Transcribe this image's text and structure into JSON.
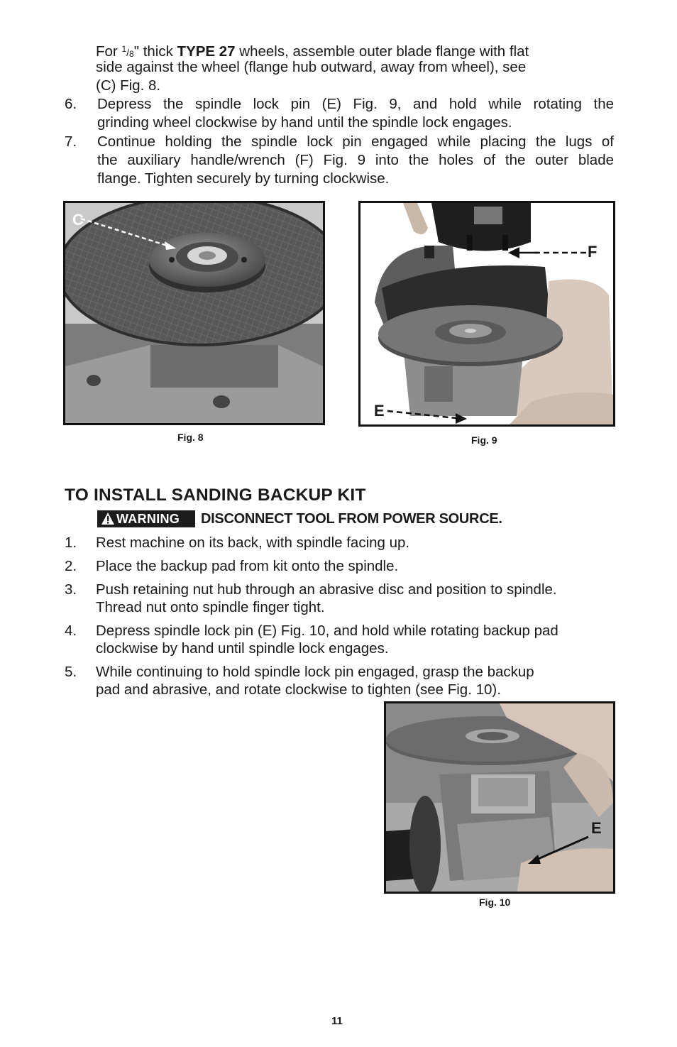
{
  "intro": {
    "line1_pre": "For ",
    "frac_num": "1",
    "frac_slash": "/",
    "frac_den": "8",
    "line1_mid": "\" thick ",
    "line1_bold": "TYPE 27",
    "line1_post": " wheels, assemble outer blade flange with flat",
    "line2": "side against the wheel (flange hub outward, away from wheel), see",
    "line3": "(C) Fig. 8."
  },
  "steps_top": [
    {
      "num": "6.",
      "lines": [
        "Depress the spindle lock pin (E) Fig. 9, and hold while rotating the",
        "grinding wheel clockwise by hand until the spindle lock engages."
      ]
    },
    {
      "num": "7.",
      "lines": [
        "Continue holding the spindle lock pin engaged while placing the lugs of",
        "the auxiliary handle/wrench (F) Fig. 9 into the holes of the outer blade",
        "flange. Tighten securely by turning clockwise."
      ]
    }
  ],
  "figures": {
    "fig8": {
      "caption": "Fig. 8",
      "callout_c": "C"
    },
    "fig9": {
      "caption": "Fig. 9",
      "callout_f": "F",
      "callout_e": "E"
    },
    "fig10": {
      "caption": "Fig. 10",
      "callout_e": "E"
    }
  },
  "section": {
    "heading": "TO INSTALL SANDING BACKUP KIT",
    "warning_label": "WARNING",
    "warning_text": "DISCONNECT TOOL FROM POWER SOURCE.",
    "steps": [
      {
        "num": "1.",
        "lines": [
          "Rest machine on its back, with spindle facing up."
        ]
      },
      {
        "num": "2.",
        "lines": [
          "Place the backup pad from kit onto the spindle."
        ]
      },
      {
        "num": "3.",
        "lines": [
          "Push retaining nut hub through an abrasive disc and position to spindle.",
          "Thread nut onto spindle finger tight."
        ]
      },
      {
        "num": "4.",
        "lines": [
          "Depress spindle lock pin (E) Fig. 10, and hold while rotating backup pad",
          "clockwise by hand until spindle lock engages."
        ]
      },
      {
        "num": "5.",
        "lines": [
          "While continuing to hold spindle lock pin engaged, grasp the backup",
          "pad and abrasive, and rotate clockwise to tighten (see Fig. 10)."
        ]
      }
    ]
  },
  "page_number": "11"
}
